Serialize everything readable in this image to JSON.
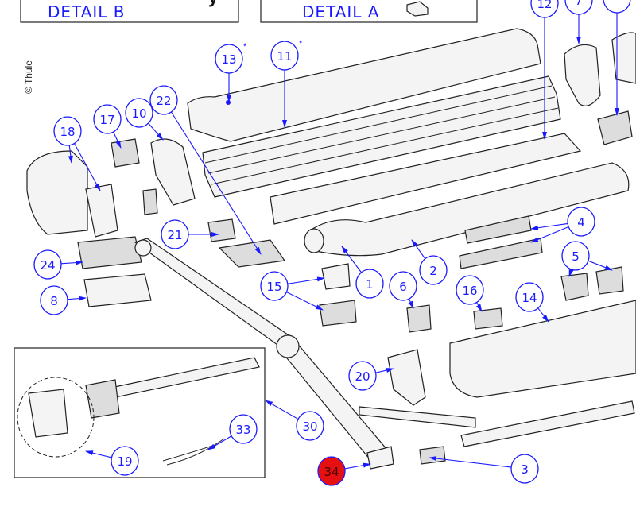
{
  "copyright": "© Thule",
  "detail_labels": [
    "DETAIL B",
    "DETAIL A"
  ],
  "callouts": [
    {
      "label": "13",
      "starred": true
    },
    {
      "label": "11",
      "starred": true
    },
    {
      "label": "12"
    },
    {
      "label": "7"
    },
    {
      "label": ""
    },
    {
      "label": "22"
    },
    {
      "label": "17"
    },
    {
      "label": "10"
    },
    {
      "label": "18"
    },
    {
      "label": "21"
    },
    {
      "label": "24"
    },
    {
      "label": "8"
    },
    {
      "label": "1"
    },
    {
      "label": "2"
    },
    {
      "label": "15"
    },
    {
      "label": "6"
    },
    {
      "label": "16"
    },
    {
      "label": "14"
    },
    {
      "label": "4"
    },
    {
      "label": "5"
    },
    {
      "label": "20"
    },
    {
      "label": "30"
    },
    {
      "label": "33"
    },
    {
      "label": "19"
    },
    {
      "label": "34",
      "highlighted": true
    },
    {
      "label": "3"
    }
  ],
  "star_symbol": "*",
  "colors": {
    "callout": "#1a1aff",
    "highlight": "#e61010"
  }
}
